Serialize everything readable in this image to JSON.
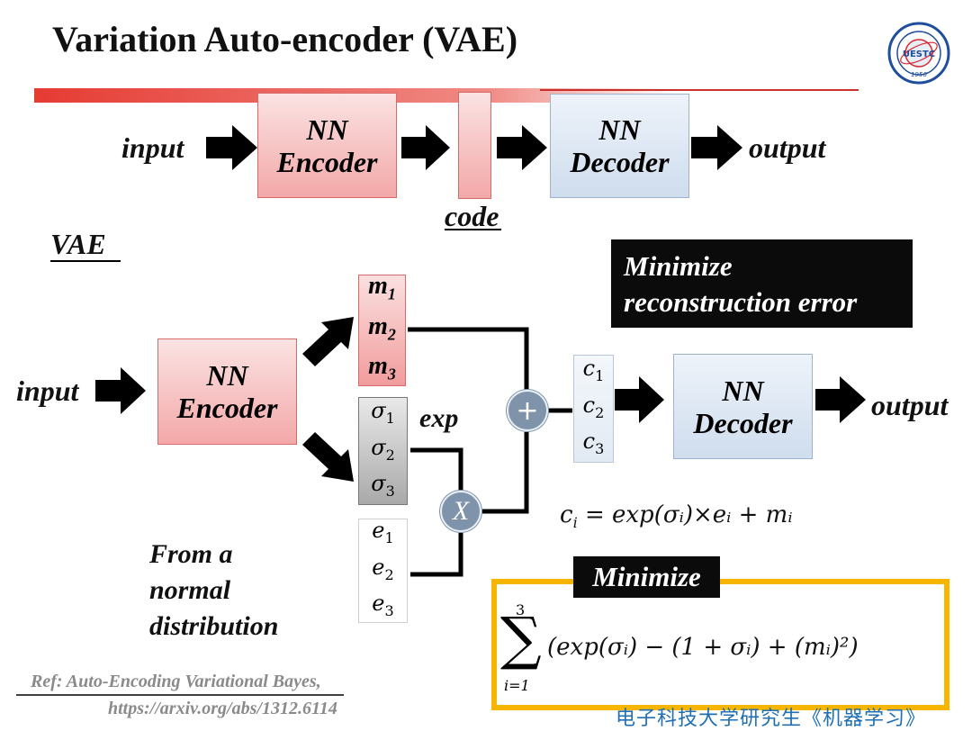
{
  "title": "Variation Auto-encoder (VAE)",
  "logo": {
    "text": "UESTC",
    "year": "1956"
  },
  "top": {
    "input_label": "input",
    "encoder_line1": "NN",
    "encoder_line2": "Encoder",
    "code_label": "code",
    "decoder_line1": "NN",
    "decoder_line2": "Decoder",
    "output_label": "output"
  },
  "vae": {
    "heading": "VAE",
    "input_label": "input",
    "encoder_line1": "NN",
    "encoder_line2": "Encoder",
    "m": [
      "m",
      "m",
      "m"
    ],
    "m_sub": [
      "1",
      "2",
      "3"
    ],
    "sigma": [
      "σ",
      "σ",
      "σ"
    ],
    "sigma_sub": [
      "1",
      "2",
      "3"
    ],
    "exp_label": "exp",
    "e": [
      "e",
      "e",
      "e"
    ],
    "e_sub": [
      "1",
      "2",
      "3"
    ],
    "plus": "+",
    "times": "X",
    "c": [
      "c",
      "c",
      "c"
    ],
    "c_sub": [
      "1",
      "2",
      "3"
    ],
    "decoder_line1": "NN",
    "decoder_line2": "Decoder",
    "output_label": "output",
    "recon_line1": "Minimize",
    "recon_line2": "reconstruction error",
    "eq_lhs": "c",
    "eq_lhs_sub": "i",
    "eq_rhs": " = exp(σᵢ)×eᵢ + mᵢ",
    "normal_line1": "From a",
    "normal_line2": "normal",
    "normal_line3": "distribution",
    "minimize_label": "Minimize",
    "sum_upper": "3",
    "sum_lower": "i=1",
    "sum_symbol": "∑",
    "sum_body": "(exp(σᵢ) − (1 + σᵢ) + (mᵢ)²)"
  },
  "ref_line1": "Ref: Auto-Encoding Variational Bayes,",
  "ref_line2": "https://arxiv.org/abs/1312.6114",
  "footer_cn": "电子科技大学研究生《机器学习》",
  "colors": {
    "accent_red": "#e0403a",
    "box_yellow": "#f7b500",
    "op_circle": "#7f93aa",
    "black_box": "#0b0b0b"
  }
}
